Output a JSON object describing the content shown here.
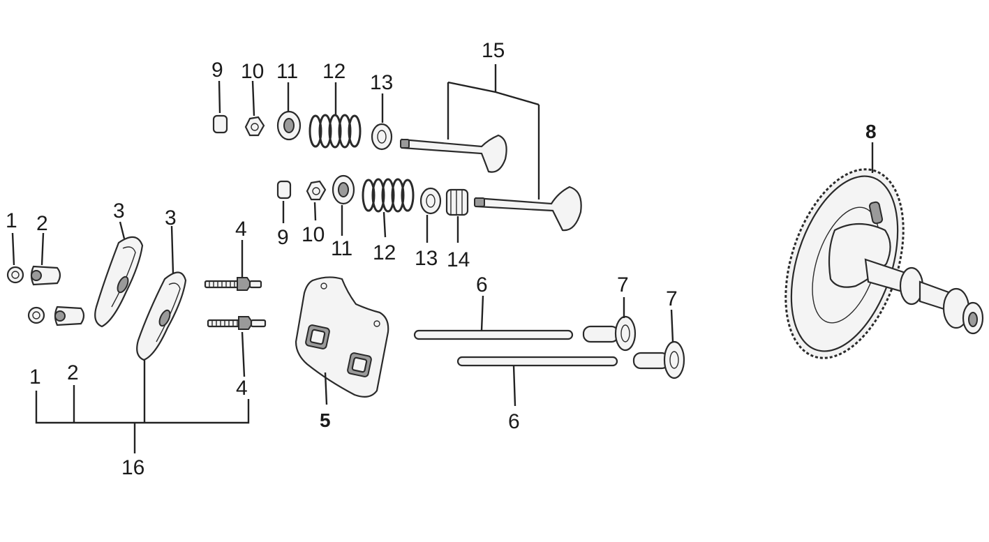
{
  "callouts": {
    "c1a": "1",
    "c2a": "2",
    "c1b": "1",
    "c2b": "2",
    "c3a": "3",
    "c3b": "3",
    "c4a": "4",
    "c4b": "4",
    "c5": "5",
    "c6a": "6",
    "c6b": "6",
    "c7a": "7",
    "c7b": "7",
    "c8": "8",
    "c9a": "9",
    "c10a": "10",
    "c11a": "11",
    "c12a": "12",
    "c13a": "13",
    "c9b": "9",
    "c10b": "10",
    "c11b": "11",
    "c12b": "12",
    "c13b": "13",
    "c14": "14",
    "c15": "15",
    "c16": "16"
  },
  "parts": {
    "cap_nut": "cap-nut-icon",
    "adjuster": "rocker-adjuster-icon",
    "rocker_arm": "rocker-arm-icon",
    "stud": "rocker-stud-icon",
    "guide_plate": "push-rod-guide-plate-icon",
    "push_rod": "push-rod-icon",
    "tappet": "tappet-icon",
    "camshaft": "camshaft-gear-icon",
    "cap": "valve-stem-cap-icon",
    "collet": "valve-collet-icon",
    "retainer": "spring-retainer-icon",
    "spring": "valve-spring-icon",
    "seat": "spring-seat-icon",
    "seal": "stem-seal-icon",
    "valve": "valve-icon"
  }
}
